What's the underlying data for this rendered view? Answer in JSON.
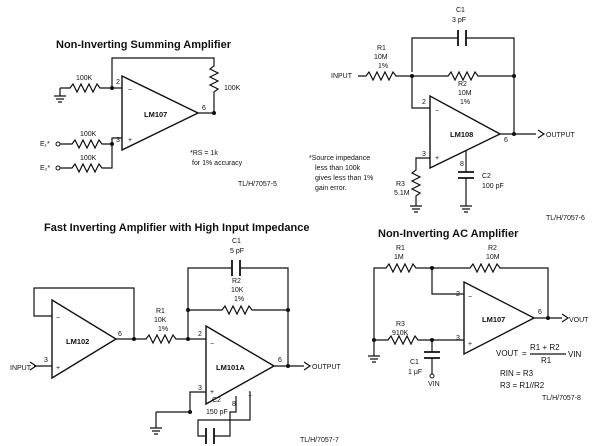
{
  "top_left": {
    "title": "Non-Inverting Summing Amplifier",
    "r_in": "100K",
    "r_fb": "100K",
    "r_e1": "100K",
    "r_e2": "100K",
    "in1": "E₁*",
    "in2": "E₂*",
    "opamp": "LM107",
    "pin_inv": "2",
    "pin_noninv": "3",
    "pin_out": "6",
    "note1": "*RS = 1k",
    "note2": "for 1% accuracy",
    "fig_code": "TL/H/7057-5"
  },
  "top_right": {
    "input_label": "INPUT",
    "output_label": "OUTPUT",
    "c1_name": "C1",
    "c1_val": "3 pF",
    "r1_name": "R1",
    "r1_val": "10M",
    "r1_tol": "1%",
    "r2_name": "R2",
    "r2_val": "10M",
    "r2_tol": "1%",
    "opamp": "LM108",
    "pin_inv": "2",
    "pin_noninv": "3",
    "pin_out": "6",
    "pin_8": "8",
    "c2_name": "C2",
    "c2_val": "100 pF",
    "r3_name": "R3",
    "r3_val": "5.1M",
    "note1": "*Source impedance",
    "note2": "less than 100k",
    "note3": "gives less than 1%",
    "note4": "gain error.",
    "fig_code": "TL/H/7057-6"
  },
  "bottom_left": {
    "title": "Fast Inverting Amplifier with High Input Impedance",
    "input_label": "INPUT",
    "output_label": "OUTPUT",
    "buffer": "LM102",
    "amp": "LM101A",
    "c1_name": "C1",
    "c1_val": "5 pF",
    "r1_name": "R1",
    "r1_val": "10K",
    "r1_tol": "1%",
    "r2_name": "R2",
    "r2_val": "10K",
    "r2_tol": "1%",
    "c2_name": "C2",
    "c2_val": "150 pF",
    "buf_pin3": "3",
    "buf_pin6": "6",
    "amp_pin2": "2",
    "amp_pin3": "3",
    "amp_pin6": "6",
    "amp_pin8": "8",
    "amp_pin1": "1",
    "fig_code": "TL/H/7057-7"
  },
  "bottom_right": {
    "title": "Non-Inverting AC Amplifier",
    "r1_name": "R1",
    "r1_val": "1M",
    "r2_name": "R2",
    "r2_val": "10M",
    "r3_name": "R3",
    "r3_val": "910K",
    "c1_name": "C1",
    "c1_val": "1 μF",
    "opamp": "LM107",
    "pin_inv": "2",
    "pin_noninv": "3",
    "pin_out": "6",
    "vout": "VOUT",
    "vin": "VIN",
    "eq_lhs": "VOUT",
    "eq_num": "R1 + R2",
    "eq_den": "R1",
    "eq_vin": "VIN",
    "eq2": "RIN = R3",
    "eq3": "R3 = R1//R2",
    "fig_code": "TL/H/7057-8"
  }
}
